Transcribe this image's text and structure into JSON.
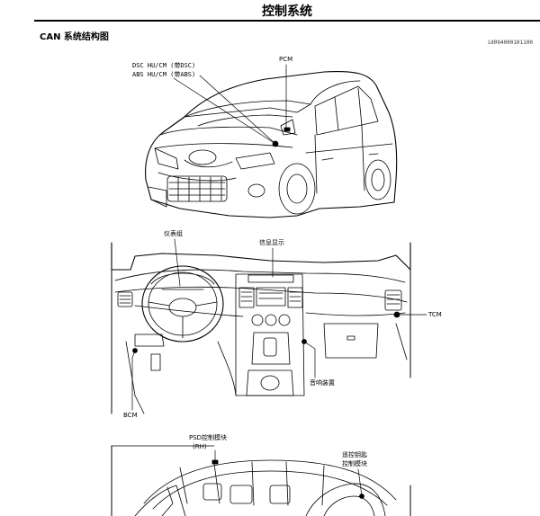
{
  "header": {
    "title": "控制系统"
  },
  "section": {
    "title": "CAN 系统结构图",
    "doc_id": "id094000101100"
  },
  "vehicle_figure": {
    "labels": {
      "dsc": "DSC HU/CM (带DSC)",
      "abs": "ABS HU/CM (带ABS)",
      "pcm": "PCM"
    }
  },
  "dashboard_figure": {
    "labels": {
      "cluster": "仪表组",
      "info_display": "信息显示",
      "tcm": "TCM",
      "audio": "音响装置",
      "bcm": "BCM"
    }
  },
  "cabin_figure": {
    "labels": {
      "psd_line1": "PSD控制模块",
      "psd_line2": "(RH)",
      "keyless_line1": "遥控钥匙",
      "keyless_line2": "控制模块"
    }
  }
}
